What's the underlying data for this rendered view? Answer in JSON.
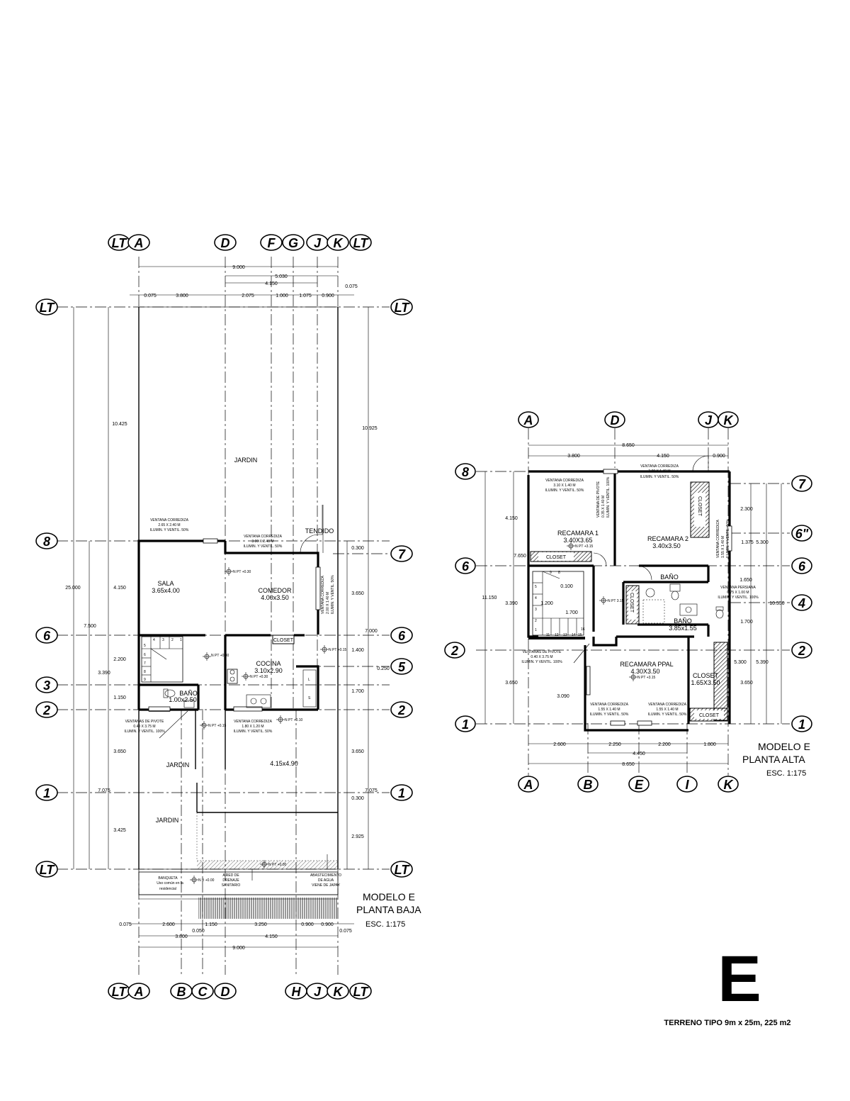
{
  "sheet": {
    "letter": "E",
    "subtitle": "TERRENO TIPO 9m x 25m, 225 m2"
  },
  "planta_baja": {
    "title_line1": "MODELO E",
    "title_line2": "PLANTA BAJA",
    "scale": "ESC. 1:175",
    "axes_top": [
      "LT",
      "A",
      "D",
      "F",
      "G",
      "J",
      "K",
      "LT"
    ],
    "axes_bottom": [
      "LT",
      "A",
      "B",
      "C",
      "D",
      "H",
      "J",
      "K",
      "LT"
    ],
    "axes_left": [
      "LT",
      "8",
      "6",
      "3",
      "2",
      "1",
      "LT"
    ],
    "axes_right": [
      "LT",
      "7",
      "6",
      "5",
      "2",
      "1",
      "LT"
    ],
    "dims_top": [
      "9.000",
      "5.030",
      "4.150",
      "0.075",
      "3.800",
      "2.075",
      "1.000",
      "1.075",
      "0.900",
      "0.075"
    ],
    "dims_bottom": [
      "0.075",
      "2.600",
      "1.150",
      "3.250",
      "0.900",
      "0.900",
      "0.075",
      "3.800",
      "4.150",
      "9.000",
      "0.050"
    ],
    "dims_left": [
      "25.000",
      "10.425",
      "7.500",
      "4.150",
      "2.200",
      "3.390",
      "1.150",
      "3.650",
      "7.075",
      "3.425"
    ],
    "dims_right": [
      "10.925",
      "0.300",
      "3.650",
      "7.000",
      "1.400",
      "0.250",
      "1.700",
      "3.650",
      "7.075",
      "0.300",
      "2.925"
    ],
    "rooms": [
      {
        "name": "JARDIN",
        "size": ""
      },
      {
        "name": "TENDIDO",
        "size": ""
      },
      {
        "name": "SALA",
        "size": "3.65x4.00"
      },
      {
        "name": "COMEDOR",
        "size": "4.00x3.50"
      },
      {
        "name": "COCINA",
        "size": "3.10x2.90"
      },
      {
        "name": "BAÑO",
        "size": "1.00x2.50"
      },
      {
        "name": "JARDIN",
        "size": ""
      },
      {
        "name": "JARDIN",
        "size": ""
      },
      {
        "name": "",
        "size": "4.15x4.90"
      }
    ],
    "closet": "CLOSET",
    "npt": [
      "N PT  +0.30",
      "N PT +0.30",
      "N PT +0.30",
      "N PT +0.15",
      "N PT +0.10",
      "N PT +0.15",
      "N PT +0.00",
      "N B +0.00"
    ],
    "notes": [
      {
        "l1": "VENTANA CORREDIZA",
        "l2": "2.65 X 2.40 M",
        "l3": "ILUMIN. Y VENTIL. 50%"
      },
      {
        "l1": "VENTANA CORREDIZA",
        "l2": "3.00 X 2.40 M",
        "l3": "ILUMIN. Y VENTIL. 50%"
      },
      {
        "l1": "VENTANA CORREDIZA",
        "l2": "2.00 X 1.40 M",
        "l3": "ILUMIN. Y VENTIL. 50%"
      },
      {
        "l1": "VENTANAS DE PIVOTE",
        "l2": "0.40 X 3.75 M",
        "l3": "ILUMIN. Y VENTIL. 100%"
      },
      {
        "l1": "VENTANA CORREDIZA",
        "l2": "1.80 X 1.20 M",
        "l3": "ILUMIN. Y VENTIL. 50%"
      }
    ],
    "banqueta": [
      "BANQUETA",
      "Uso común en la",
      "residencial"
    ],
    "drenaje": [
      "A RED DE",
      "DRENAJE",
      "SANITARIO"
    ],
    "agua": [
      "ABASTECIMIENTO",
      "DE AGUA",
      "VIENE DE JAPAY"
    ],
    "stair_numbers": [
      "1",
      "2",
      "3",
      "4",
      "5",
      "6",
      "7",
      "8",
      "9"
    ]
  },
  "planta_alta": {
    "title_line1": "MODELO E",
    "title_line2": "PLANTA ALTA",
    "scale": "ESC. 1:175",
    "axes_top": [
      "A",
      "D",
      "J",
      "K"
    ],
    "axes_bottom": [
      "A",
      "B",
      "E",
      "I",
      "K"
    ],
    "axes_left": [
      "8",
      "6",
      "2",
      "1"
    ],
    "axes_right": [
      "7",
      "6\"",
      "6",
      "4",
      "2",
      "1"
    ],
    "dims_top": [
      "8.650",
      "3.800",
      "4.150",
      "0.900"
    ],
    "dims_bottom": [
      "2.600",
      "2.250",
      "2.200",
      "1.800",
      "4.450",
      "8.650"
    ],
    "dims_left": [
      "11.150",
      "4.150",
      "7.650",
      "3.390",
      "3.650",
      "3.090"
    ],
    "dims_right": [
      "2.300",
      "1.375",
      "5.300",
      "1.650",
      "10.550",
      "1.700",
      "5.300",
      "5.390",
      "3.650"
    ],
    "interior_dims": [
      "0.100",
      "1.700",
      "1.200"
    ],
    "rooms": [
      {
        "name": "RECAMARA 1",
        "size": "3.40X3.65"
      },
      {
        "name": "RECAMARA 2",
        "size": "3.40x3.50"
      },
      {
        "name": "BAÑO",
        "size": ""
      },
      {
        "name": "BAÑO",
        "size": "3.85x1.55"
      },
      {
        "name": "RECAMARA PPAL",
        "size": "4.30X3.50"
      },
      {
        "name": "CLOSET",
        "size": "1.65X3.50"
      }
    ],
    "closets": [
      "CLOSET",
      "CLOSET",
      "CLOSET",
      "CLOSET"
    ],
    "npt": [
      "N PT +3.15",
      "N PT 3.15",
      "N PT +3.15"
    ],
    "notes": [
      {
        "l1": "VENTANA CORREDIZA",
        "l2": "3.00 X 1.40 M",
        "l3": "ILUMIN. Y VENTIL. 50%"
      },
      {
        "l1": "VENTANA CORREDIZA",
        "l2": "3.10 X 1.40 M",
        "l3": "ILUMIN. Y VENTIL. 50%"
      },
      {
        "l1": "VENTANA DE PIVOTE",
        "l2": "0.35 X 1.40 M",
        "l3": "ILUMIN. Y VENTIL. 100%"
      },
      {
        "l1": "VENTANA CORREDIZA",
        "l2": "1.55 X 1.40 M",
        "l3": "ILUMIN. Y VENTIL. 50%"
      },
      {
        "l1": "VENTANA PERSIANA",
        "l2": "0.75 X 1.00 M",
        "l3": "ILUMIN. Y VENTIL. 100%"
      },
      {
        "l1": "VENTANAS DE PIVOTE",
        "l2": "0.40 X 3.75 M",
        "l3": "ILUMIN. Y VENTIL. 100%"
      },
      {
        "l1": "VENTANA CORREDIZA",
        "l2": "1.55 X 1.40 M",
        "l3": "ILUMIN. Y VENTIL. 50%"
      },
      {
        "l1": "VENTANA CORREDIZA",
        "l2": "1.55 X 1.40 M",
        "l3": "ILUMIN. Y VENTIL. 50%"
      }
    ],
    "stair_numbers": [
      "1",
      "2",
      "3",
      "4",
      "5",
      "11",
      "12",
      "13",
      "14",
      "15",
      "16",
      "9",
      "8"
    ]
  }
}
